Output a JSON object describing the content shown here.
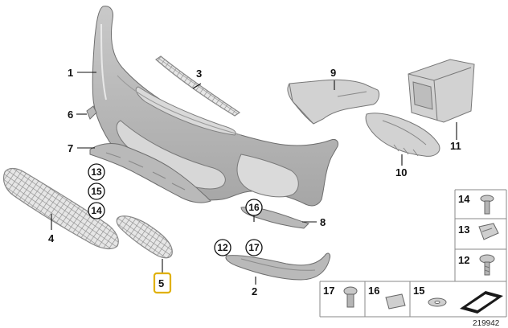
{
  "callouts": {
    "p1": "1",
    "p2": "2",
    "p3": "3",
    "p4": "4",
    "p5": "5",
    "p6": "6",
    "p7": "7",
    "p8": "8",
    "p9": "9",
    "p10": "10",
    "p11": "11"
  },
  "circled": [
    "13",
    "15",
    "14",
    "16",
    "17",
    "12"
  ],
  "hardware": {
    "h14": "14",
    "h13": "13",
    "h12": "12",
    "h17": "17",
    "h16": "16",
    "h15": "15"
  },
  "diagram_number": "219942",
  "colors": {
    "part": "#b9b9b9",
    "highlight": "#e0b000",
    "line": "#111111"
  }
}
